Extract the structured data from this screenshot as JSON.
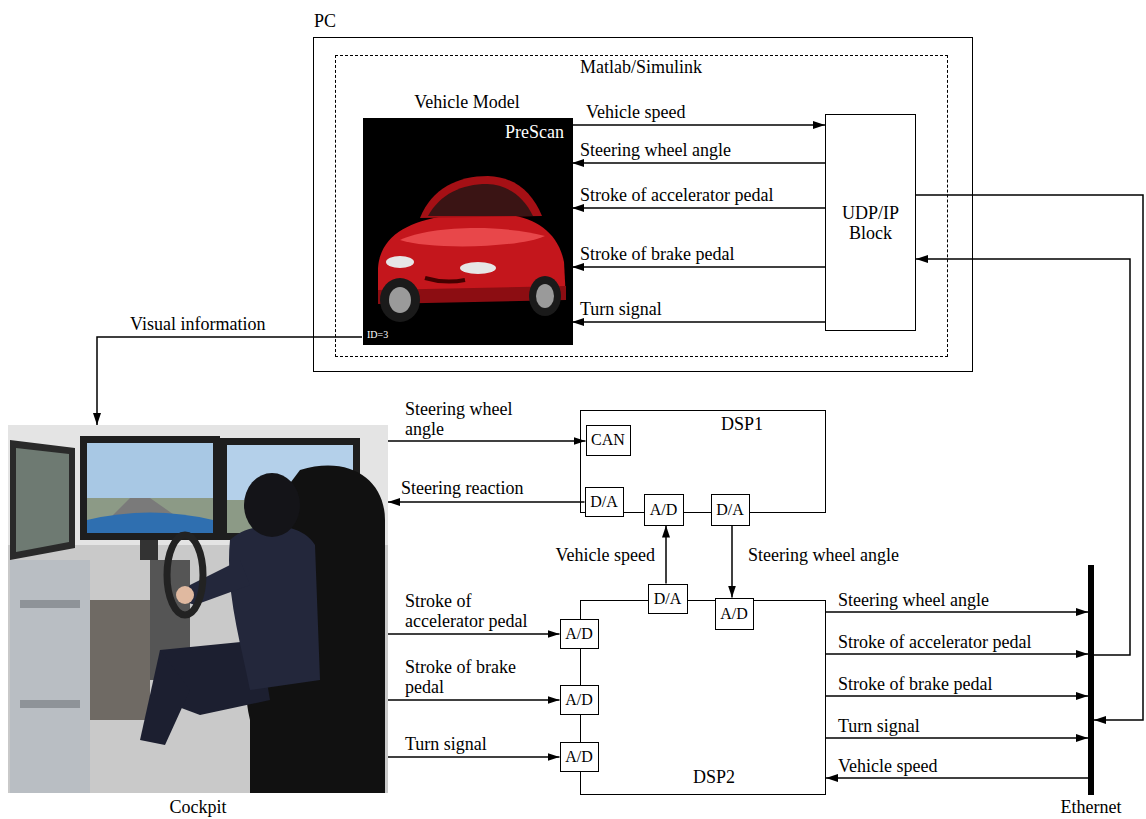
{
  "diagram": {
    "nodes": [
      {
        "text": [
          "PC"
        ]
      },
      {
        "text": [
          "Matlab/Simulink"
        ],
        "in": 0
      },
      {
        "text": [
          "Vehicle Model",
          "PreScan",
          "ID=3"
        ],
        "in": 1
      },
      {
        "text": [
          "UDP/IP Block"
        ],
        "in": 1
      },
      {
        "text": [
          "Cockpit"
        ]
      },
      {
        "text": [
          "DSP1"
        ]
      },
      {
        "text": [
          "CAN"
        ],
        "in": 5
      },
      {
        "text": [
          "D/A"
        ],
        "in": 5
      },
      {
        "text": [
          "A/D"
        ],
        "in": 5
      },
      {
        "text": [
          "D/A"
        ],
        "in": 5
      },
      {
        "text": [
          "DSP2"
        ]
      },
      {
        "text": [
          "D/A"
        ],
        "in": 10
      },
      {
        "text": [
          "A/D"
        ],
        "in": 10
      },
      {
        "text": [
          "A/D"
        ],
        "in": 10
      },
      {
        "text": [
          "A/D"
        ],
        "in": 10
      },
      {
        "text": [
          "A/D"
        ],
        "in": 10
      },
      {
        "text": [
          "Ethernet"
        ]
      }
    ],
    "edges": [
      {
        "from": 2,
        "to": 3,
        "label": "Vehicle speed",
        "arrow": "to"
      },
      {
        "from": 3,
        "to": 2,
        "label": "Steering wheel angle",
        "arrow": "to"
      },
      {
        "from": 3,
        "to": 2,
        "label": "Stroke of accelerator pedal",
        "arrow": "to"
      },
      {
        "from": 3,
        "to": 2,
        "label": "Stroke of brake pedal",
        "arrow": "to"
      },
      {
        "from": 3,
        "to": 2,
        "label": "Turn signal",
        "arrow": "to"
      },
      {
        "from": 2,
        "to": 4,
        "label": "Visual information",
        "arrow": "to"
      },
      {
        "from": 4,
        "to": 6,
        "label": "Steering wheel angle",
        "arrow": "to"
      },
      {
        "from": 7,
        "to": 4,
        "label": "Steering reaction",
        "arrow": "to"
      },
      {
        "from": 11,
        "to": 8,
        "label": "Vehicle speed",
        "arrow": "to"
      },
      {
        "from": 9,
        "to": 12,
        "label": "Steering wheel angle",
        "arrow": "to"
      },
      {
        "from": 4,
        "to": 13,
        "label": "Stroke of accelerator pedal",
        "arrow": "to"
      },
      {
        "from": 4,
        "to": 14,
        "label": "Stroke of brake pedal",
        "arrow": "to"
      },
      {
        "from": 4,
        "to": 15,
        "label": "Turn signal",
        "arrow": "to"
      },
      {
        "from": 10,
        "to": 16,
        "label": "Steering wheel angle",
        "arrow": "to"
      },
      {
        "from": 10,
        "to": 16,
        "label": "Stroke of accelerator pedal",
        "arrow": "to"
      },
      {
        "from": 10,
        "to": 16,
        "label": "Stroke of brake pedal",
        "arrow": "to"
      },
      {
        "from": 10,
        "to": 16,
        "label": "Turn signal",
        "arrow": "to"
      },
      {
        "from": 16,
        "to": 10,
        "label": "Vehicle speed",
        "arrow": "to"
      },
      {
        "from": 16,
        "to": 3,
        "arrow": "to"
      },
      {
        "from": 3,
        "to": 16,
        "arrow": "to"
      }
    ]
  }
}
